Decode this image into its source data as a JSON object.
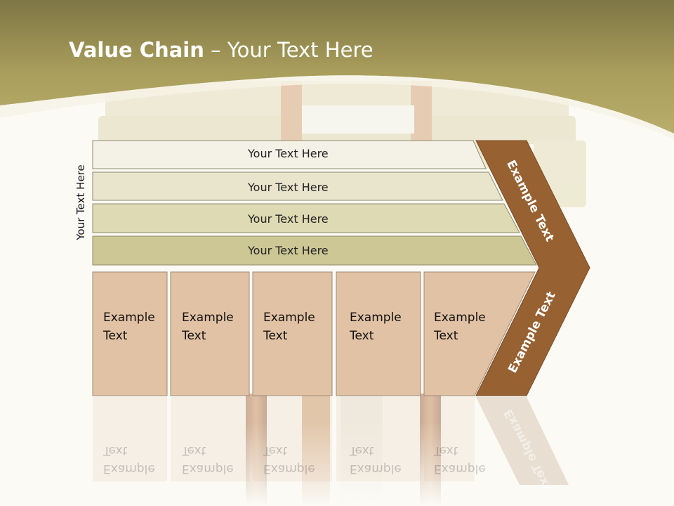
{
  "slide": {
    "title_bold": "Value Chain",
    "title_rest": " – Your Text Here",
    "vertical_label": "Your Text Here",
    "support_rows": [
      {
        "label": "Your Text Here",
        "fill": "#f4f1e6"
      },
      {
        "label": "Your Text Here",
        "fill": "#e9e5cd"
      },
      {
        "label": "Your Text Here",
        "fill": "#dedab3"
      },
      {
        "label": "Your Text Here",
        "fill": "#ccc794"
      }
    ],
    "primary_cells": [
      {
        "line1": "Example",
        "line2": "Text"
      },
      {
        "line1": "Example",
        "line2": "Text"
      },
      {
        "line1": "Example",
        "line2": "Text"
      },
      {
        "line1": "Example",
        "line2": "Text"
      },
      {
        "line1": "Example",
        "line2": "Text"
      }
    ],
    "chevron_upper": "Example Text",
    "chevron_lower": "Example Text",
    "colors": {
      "header_band": "#aea261",
      "cell_fill": "#e2c2a4",
      "chevron_fill": "#976131"
    }
  }
}
